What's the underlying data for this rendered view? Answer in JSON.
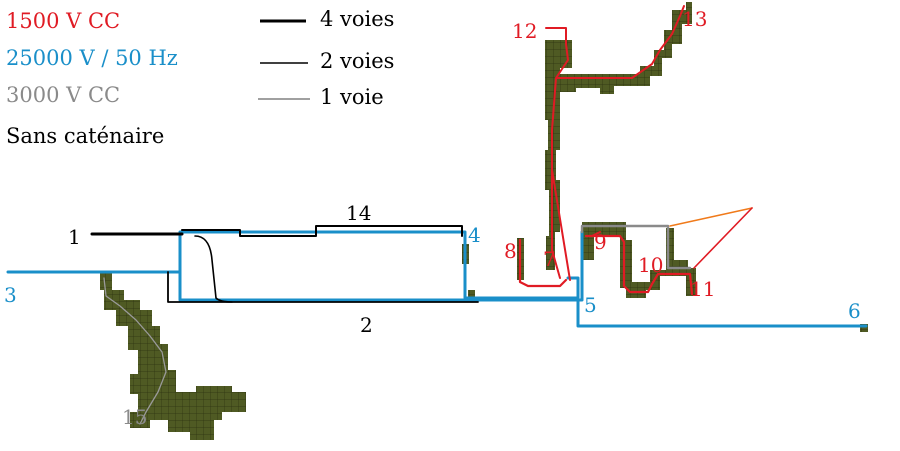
{
  "legend": {
    "electrification": [
      {
        "label": "1500 V CC",
        "color": "#e01b24"
      },
      {
        "label": "25000 V / 50 Hz",
        "color": "#1a8fc9"
      },
      {
        "label": "3000 V CC",
        "color": "#8a8a8a"
      },
      {
        "label": "Sans caténaire",
        "color": "#000000"
      }
    ],
    "tracks": [
      {
        "label": "4 voies"
      },
      {
        "label": "2 voies"
      },
      {
        "label": "1 voie"
      }
    ]
  },
  "colors": {
    "dc1500": "#e01b24",
    "ac25000": "#1a8fc9",
    "dc3000": "#8a8a8a",
    "none": "#000000",
    "terrain": "#4f5a23",
    "highlight": "#f07a1a"
  },
  "labels": {
    "l1": "1",
    "l2": "2",
    "l3": "3",
    "l4": "4",
    "l5": "5",
    "l6": "6",
    "l7": "7",
    "l8": "8",
    "l9": "9",
    "l10": "10",
    "l11": "11",
    "l12": "12",
    "l13": "13",
    "l14": "14",
    "l15": "15"
  }
}
